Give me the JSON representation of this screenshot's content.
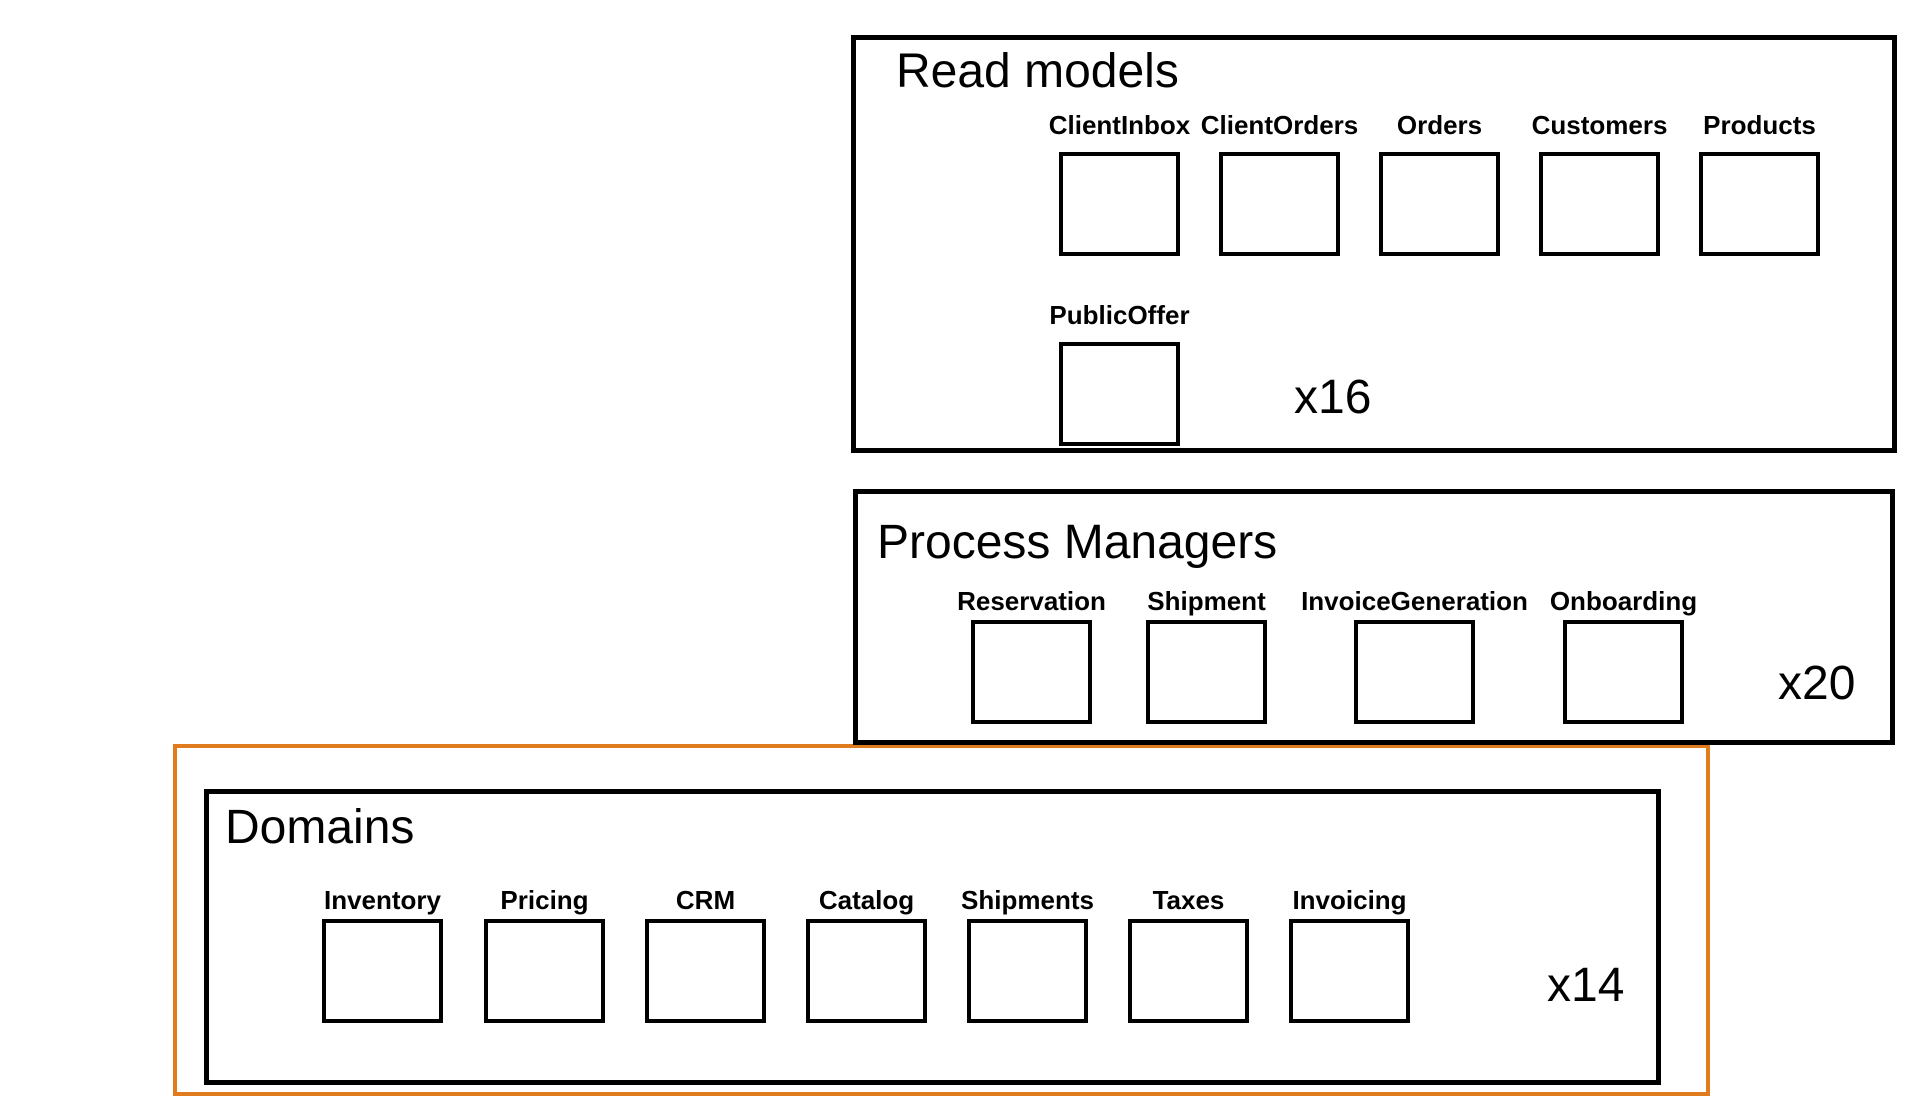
{
  "read_models": {
    "title": "Read models",
    "multiplier": "x16",
    "items": [
      "ClientInbox",
      "ClientOrders",
      "Orders",
      "Customers",
      "Products",
      "PublicOffer"
    ]
  },
  "process_managers": {
    "title": "Process Managers",
    "multiplier": "x20",
    "items": [
      "Reservation",
      "Shipment",
      "InvoiceGeneration",
      "Onboarding"
    ]
  },
  "domains": {
    "title": "Domains",
    "multiplier": "x14",
    "items": [
      "Inventory",
      "Pricing",
      "CRM",
      "Catalog",
      "Shipments",
      "Taxes",
      "Invoicing"
    ]
  },
  "colors": {
    "highlight": "#e07b1e",
    "border": "#000000"
  }
}
